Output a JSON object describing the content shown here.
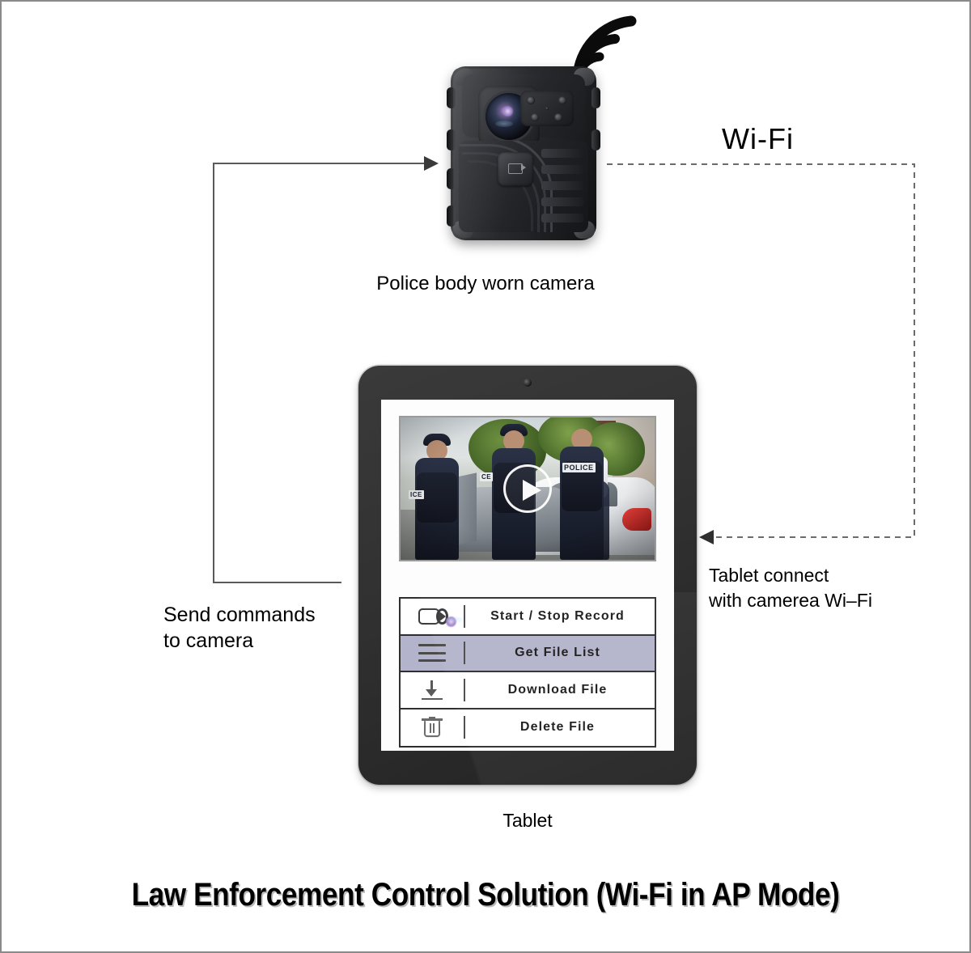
{
  "diagram": {
    "title": "Law Enforcement Control Solution (Wi-Fi in AP Mode)",
    "wifi_label": "Wi-Fi",
    "camera_label": "Police body worn camera",
    "tablet_label": "Tablet",
    "left_annotation_line1": "Send commands",
    "left_annotation_line2": "to camera",
    "right_annotation_line1": "Tablet  connect",
    "right_annotation_line2": "with camerea  Wi–Fi",
    "colors": {
      "highlight": "#b3b3cb",
      "frame_border": "#8a8a8a",
      "menu_border": "#2e2e2e",
      "device_body": "#313131",
      "text": "#000000"
    }
  },
  "tablet": {
    "video": {
      "alt": "Three police officers standing beside a white patrol car",
      "badge_left": "ICE",
      "badge_center": "CE",
      "badge_right": "POLICE",
      "play_state": "paused"
    },
    "menu": [
      {
        "icon": "video-camera-icon",
        "label": "Start / Stop Record",
        "active": false
      },
      {
        "icon": "list-lines-icon",
        "label": "Get File List",
        "active": true
      },
      {
        "icon": "download-arrow-icon",
        "label": "Download File",
        "active": false
      },
      {
        "icon": "trash-can-icon",
        "label": "Delete File",
        "active": false
      }
    ]
  },
  "icons": {
    "wifi_arcs": "wifi-signal-icon",
    "front_camera": "tablet-front-camera-icon",
    "play": "play-button-icon"
  }
}
